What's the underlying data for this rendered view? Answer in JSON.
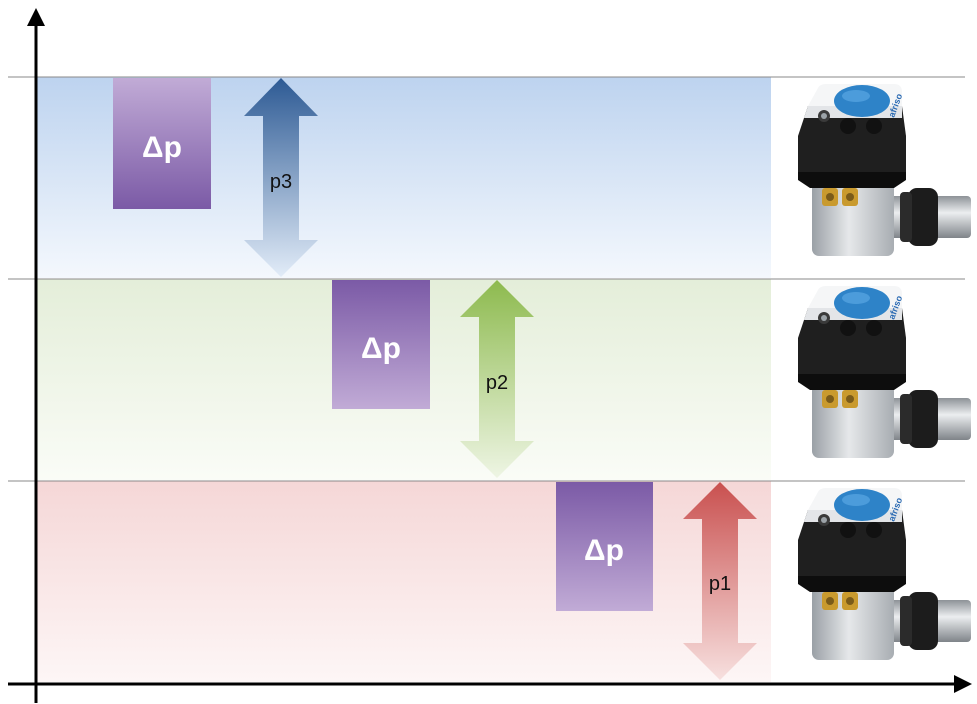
{
  "zones": [
    {
      "id": "p3",
      "delta_label": "Δp",
      "pressure_label": "p3",
      "colors": {
        "band_top": "#bdd3ef",
        "band_bottom": "#f4f8fd",
        "arrow_top": "#2d5a94",
        "arrow_bottom": "#e2ecf8",
        "box_top": "#c1abd6",
        "box_bottom": "#7b5aa6"
      }
    },
    {
      "id": "p2",
      "delta_label": "Δp",
      "pressure_label": "p2",
      "colors": {
        "band_top": "#e4eed9",
        "band_bottom": "#fafcf7",
        "arrow_top": "#8dba4e",
        "arrow_bottom": "#eef5e4",
        "box_top": "#7b5aa6",
        "box_bottom": "#c1abd6"
      }
    },
    {
      "id": "p1",
      "delta_label": "Δp",
      "pressure_label": "p1",
      "colors": {
        "band_top": "#f5d7d7",
        "band_bottom": "#fdf6f6",
        "arrow_top": "#c9504f",
        "arrow_bottom": "#f7e0df",
        "box_top": "#7b5aa6",
        "box_bottom": "#c1abd6"
      }
    }
  ],
  "axes": {
    "color": "#000000",
    "divider_color": "#8a8a8a"
  },
  "device": {
    "brand": "afriso",
    "lid_color": "#2e83c8"
  }
}
